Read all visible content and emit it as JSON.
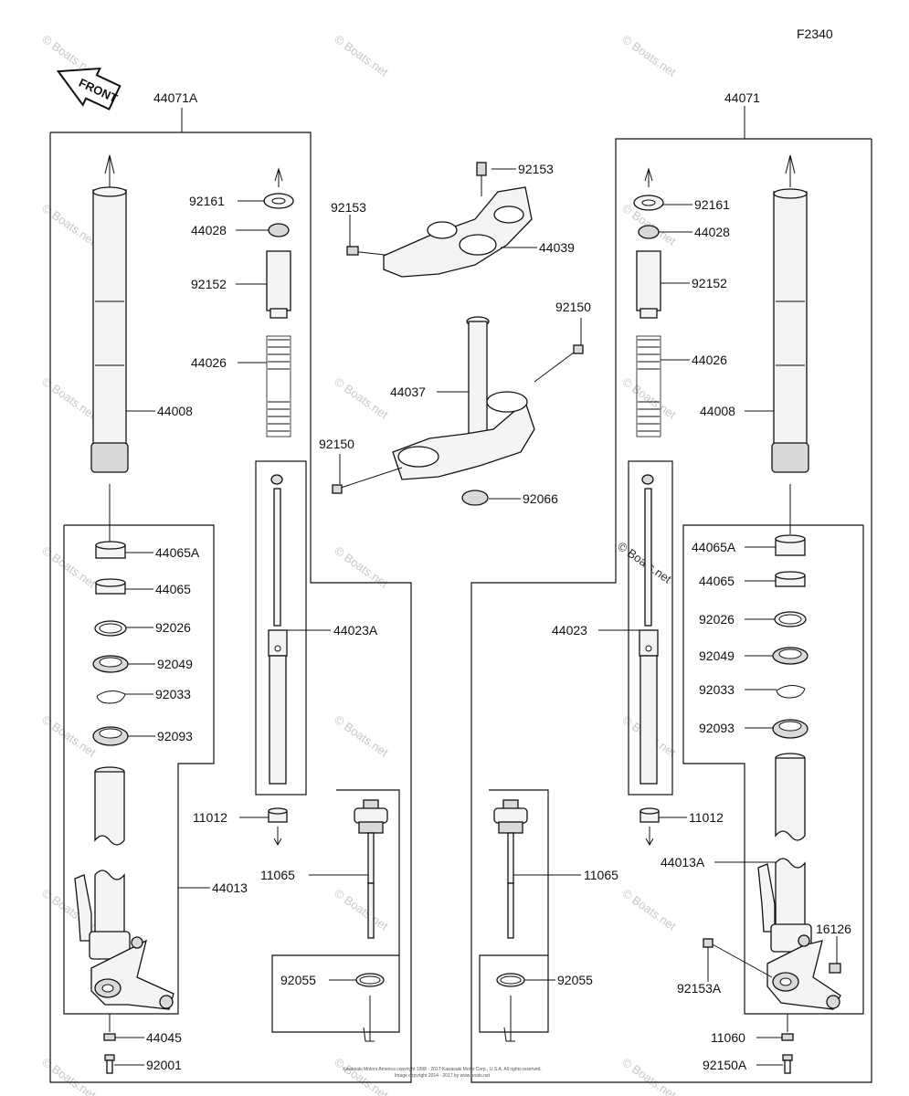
{
  "diagram_code": "F2340",
  "front_label": "FRONT",
  "watermark": "© Boats.net",
  "copyright_lines": [
    "Kawasaki Motors America  copyright 1998 - 2017 Kawasaki Motor Corp., U.S.A.  All rights reserved.",
    "Image copyright 2014 - 2017 by www.boats.net"
  ],
  "labels": {
    "l44071A": "44071A",
    "l44071": "44071",
    "l44008_left": "44008",
    "l44008_right": "44008",
    "l92161_left": "92161",
    "l92161_right": "92161",
    "l44028_left": "44028",
    "l44028_right": "44028",
    "l92152_left": "92152",
    "l92152_right": "92152",
    "l44026_left": "44026",
    "l44026_right": "44026",
    "l92153_top": "92153",
    "l92153_mid": "92153",
    "l44039": "44039",
    "l92150_top": "92150",
    "l44037": "44037",
    "l92150_left": "92150",
    "l92066": "92066",
    "l44065A_left": "44065A",
    "l44065A_right": "44065A",
    "l44065_left": "44065",
    "l44065_right": "44065",
    "l92026_left": "92026",
    "l92026_right": "92026",
    "l92049_left": "92049",
    "l92049_right": "92049",
    "l92033_left": "92033",
    "l92033_right": "92033",
    "l92093_left": "92093",
    "l92093_right": "92093",
    "l44023A": "44023A",
    "l44023": "44023",
    "l11012_left": "11012",
    "l11012_right": "11012",
    "l11065_left": "11065",
    "l11065_right": "11065",
    "l44013": "44013",
    "l44013A": "44013A",
    "l92055_left": "92055",
    "l92055_right": "92055",
    "l44045": "44045",
    "l92001": "92001",
    "l16126": "16126",
    "l92153A": "92153A",
    "l11060": "11060",
    "l92150A": "92150A"
  }
}
